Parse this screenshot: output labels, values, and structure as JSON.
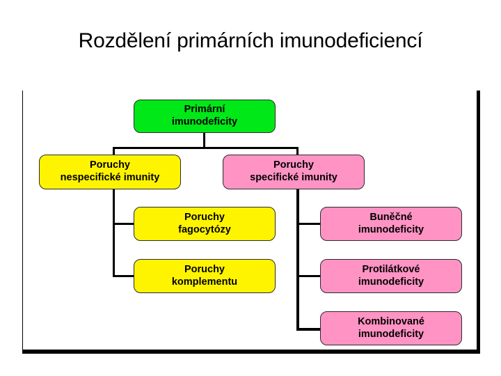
{
  "slide": {
    "title": "Rozdělení primárních imunodeficiencí",
    "background_color": "#ffffff"
  },
  "diagram": {
    "type": "hierarchy-tree",
    "frame_color": "#000000",
    "palette": {
      "green": "#00E817",
      "yellow": "#FFF400",
      "pink": "#FF93C4",
      "border": "#2a2a2a",
      "connector": "#000000"
    },
    "nodes": [
      {
        "id": "root",
        "color_name": "green",
        "color": "#00E817",
        "line1": "Primární",
        "line2": "imunodeficity",
        "level": 1
      },
      {
        "id": "nonspecific",
        "color_name": "yellow",
        "color": "#FFF400",
        "line1": "Poruchy",
        "line2": "nespecifické imunity",
        "level": 2
      },
      {
        "id": "specific",
        "color_name": "pink",
        "color": "#FF93C4",
        "line1": "Poruchy",
        "line2": "specifické imunity",
        "level": 2
      },
      {
        "id": "phagocytosis",
        "color_name": "yellow",
        "color": "#FFF400",
        "line1": "Poruchy",
        "line2": "fagocytózy",
        "level": 3
      },
      {
        "id": "complement",
        "color_name": "yellow",
        "color": "#FFF400",
        "line1": "Poruchy",
        "line2": "komplementu",
        "level": 3
      },
      {
        "id": "cellular",
        "color_name": "pink",
        "color": "#FF93C4",
        "line1": "Buněčné",
        "line2": "imunodeficity",
        "level": 3
      },
      {
        "id": "antibody",
        "color_name": "pink",
        "color": "#FF93C4",
        "line1": "Protilátkové",
        "line2": "imunodeficity",
        "level": 3
      },
      {
        "id": "combined",
        "color_name": "pink",
        "color": "#FF93C4",
        "line1": "Kombinované",
        "line2": "imunodeficity",
        "level": 3
      }
    ],
    "edges": [
      {
        "from": "root",
        "to": "nonspecific"
      },
      {
        "from": "root",
        "to": "specific"
      },
      {
        "from": "nonspecific",
        "to": "phagocytosis"
      },
      {
        "from": "nonspecific",
        "to": "complement"
      },
      {
        "from": "specific",
        "to": "cellular"
      },
      {
        "from": "specific",
        "to": "antibody"
      },
      {
        "from": "specific",
        "to": "combined"
      }
    ]
  }
}
